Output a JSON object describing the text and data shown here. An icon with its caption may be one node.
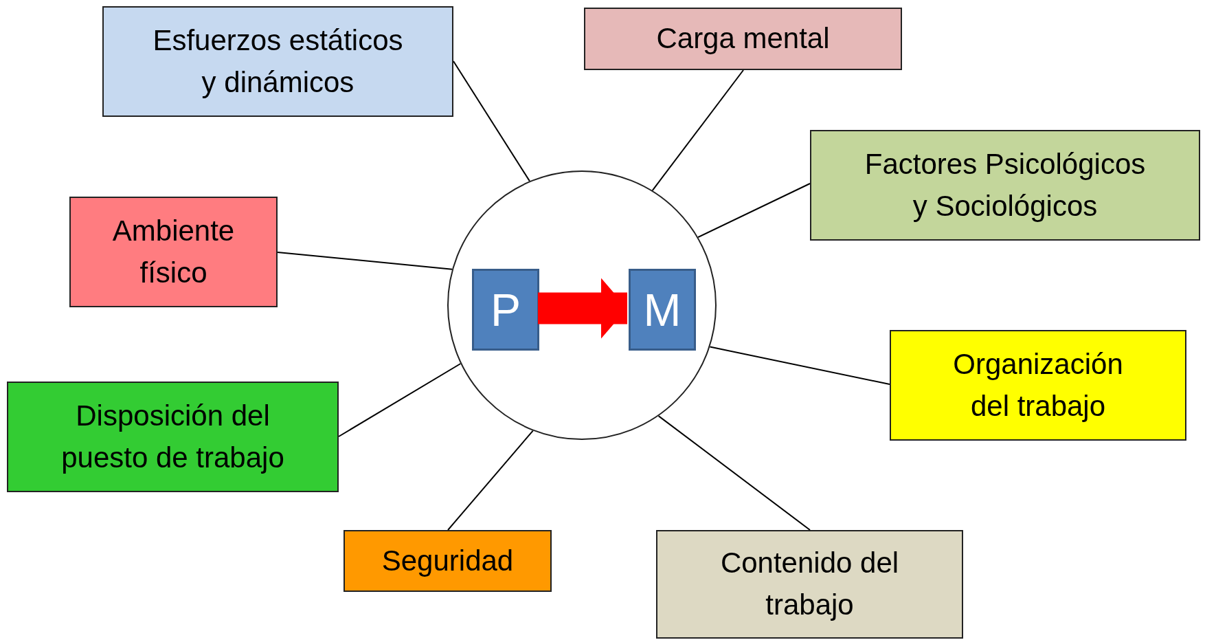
{
  "diagram": {
    "nodes": [
      {
        "text": [
          "Esfuerzos estáticos y dinámicos"
        ]
      },
      {
        "text": [
          "Carga mental"
        ]
      },
      {
        "text": [
          "Factores Psicológicos y Sociológicos"
        ]
      },
      {
        "text": [
          "Ambiente físico"
        ]
      },
      {
        "text": [],
        "shape": "circle"
      },
      {
        "text": [
          "P"
        ],
        "in": 4
      },
      {
        "text": [
          "M"
        ],
        "in": 4
      },
      {
        "text": [
          "Organización del trabajo"
        ]
      },
      {
        "text": [
          "Disposición del puesto de trabajo"
        ]
      },
      {
        "text": [
          "Seguridad"
        ]
      },
      {
        "text": [
          "Contenido del trabajo"
        ]
      }
    ],
    "edges": [
      {
        "from": 0,
        "to": 4,
        "arrow": "none"
      },
      {
        "from": 1,
        "to": 4,
        "arrow": "none"
      },
      {
        "from": 2,
        "to": 4,
        "arrow": "none"
      },
      {
        "from": 3,
        "to": 4,
        "arrow": "none"
      },
      {
        "from": 7,
        "to": 4,
        "arrow": "none"
      },
      {
        "from": 8,
        "to": 4,
        "arrow": "none"
      },
      {
        "from": 9,
        "to": 4,
        "arrow": "none"
      },
      {
        "from": 10,
        "to": 4,
        "arrow": "none"
      },
      {
        "from": 5,
        "to": 6,
        "arrow": "to",
        "style": "thick",
        "color": "#ff0000"
      }
    ]
  }
}
